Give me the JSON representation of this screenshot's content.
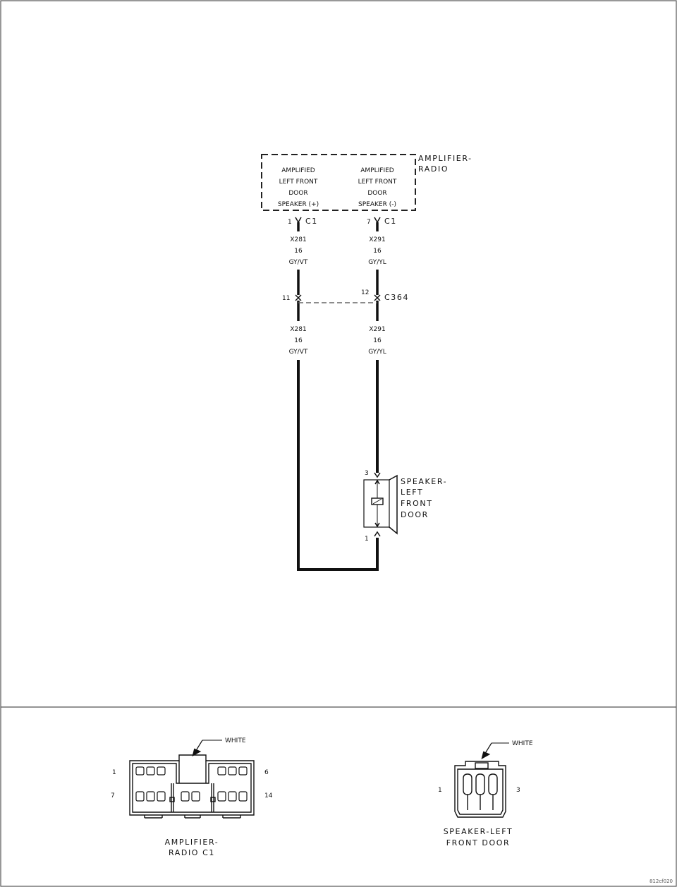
{
  "radio": {
    "title": [
      "AMPLIFIER-",
      "RADIO"
    ],
    "left_block": [
      "AMPLIFIED",
      "LEFT FRONT",
      "DOOR",
      "SPEAKER (+)"
    ],
    "right_block": [
      "AMPLIFIED",
      "LEFT FRONT",
      "DOOR",
      "SPEAKER (-)"
    ]
  },
  "connector_c1": {
    "name": "C1",
    "left_pin": "1",
    "right_pin": "7"
  },
  "wire_left": {
    "circuit": "X281",
    "gauge": "16",
    "color": "GY/VT"
  },
  "wire_right": {
    "circuit": "X291",
    "gauge": "16",
    "color": "GY/YL"
  },
  "inline_c364": {
    "name": "C364",
    "left_pin": "11",
    "right_pin": "12"
  },
  "speaker": {
    "title": [
      "SPEAKER-",
      "LEFT",
      "FRONT",
      "DOOR"
    ],
    "pin_top": "3",
    "pin_bottom": "1"
  },
  "connector_views": {
    "radio_c1": {
      "color_label": "WHITE",
      "pin_top_left": "1",
      "pin_top_right": "6",
      "pin_bottom_left": "7",
      "pin_bottom_right": "14",
      "caption": [
        "AMPLIFIER-",
        "RADIO C1"
      ]
    },
    "speaker": {
      "color_label": "WHITE",
      "pin_left": "1",
      "pin_right": "3",
      "caption": [
        "SPEAKER-LEFT",
        "FRONT DOOR"
      ]
    }
  },
  "figure_id": "812cf020"
}
